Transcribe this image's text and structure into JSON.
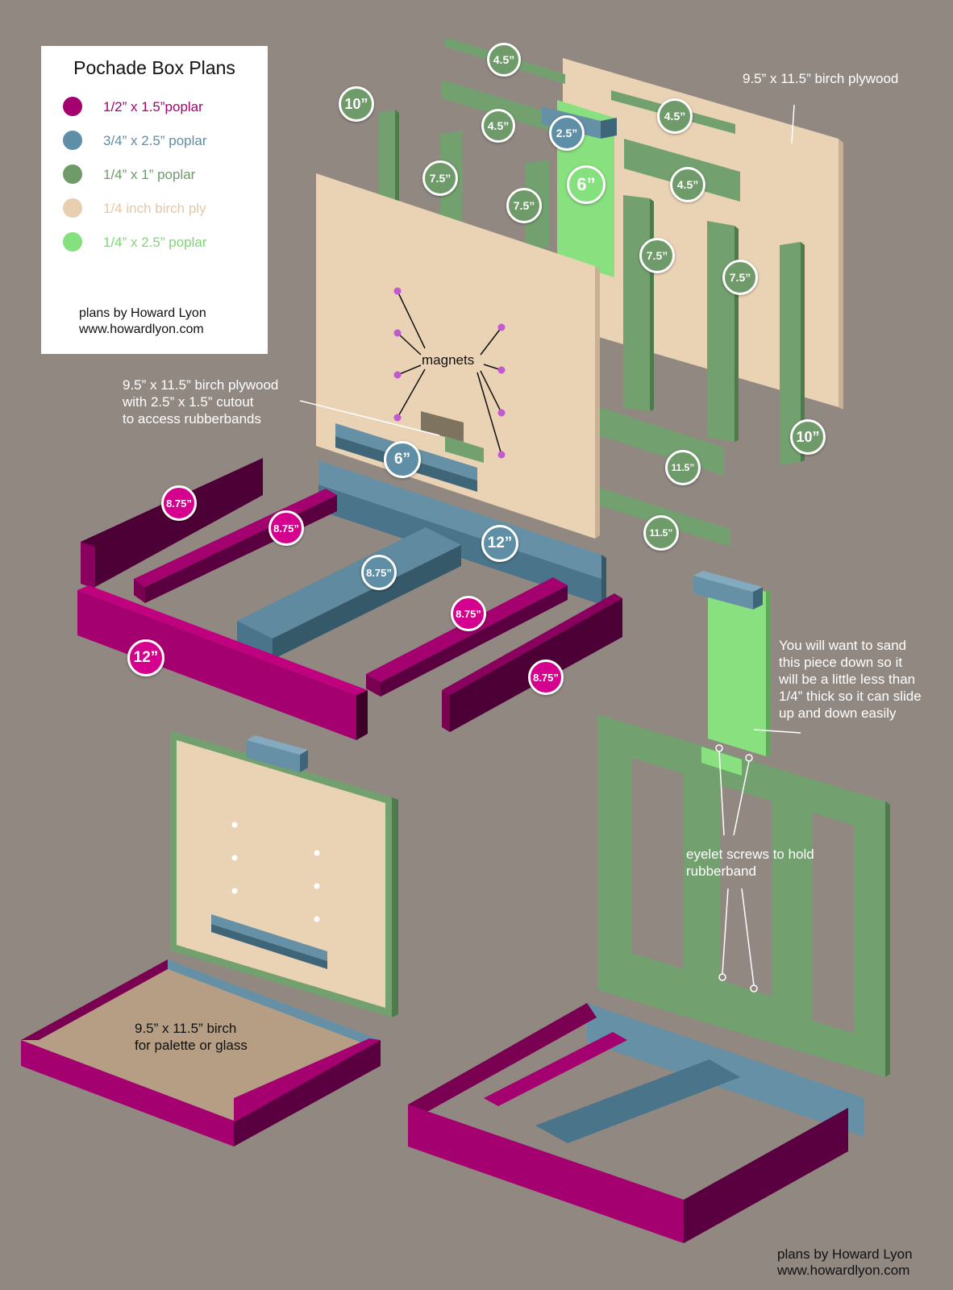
{
  "legend": {
    "title": "Pochade Box Plans",
    "items": [
      {
        "label": "1/2” x 1.5”poplar",
        "color": "#a4006f"
      },
      {
        "label": "3/4” x 2.5” poplar",
        "color": "#5f8fa6"
      },
      {
        "label": "1/4” x 1” poplar",
        "color": "#6f9a6a"
      },
      {
        "label": "1/4 inch birch ply",
        "color": "#e8cfb0"
      },
      {
        "label": "1/4” x 2.5” poplar",
        "color": "#85e07e"
      }
    ],
    "credit_line1": "plans by Howard Lyon",
    "credit_line2": "www.howardlyon.com"
  },
  "notes": {
    "top_plywood": "9.5” x 11.5” birch plywood",
    "cutout_line1": "9.5” x 11.5” birch plywood",
    "cutout_line2": "with 2.5” x 1.5” cutout",
    "cutout_line3": "to access rubberbands",
    "magnets": "magnets",
    "sand_line1": "You will want to sand",
    "sand_line2": "this piece down so it",
    "sand_line3": "will be a little less than",
    "sand_line4": "1/4” thick so it can slide",
    "sand_line5": "up and down easily",
    "eyelet_line1": "eyelet screws to hold",
    "eyelet_line2": "rubberband",
    "palette_line1": "9.5” x 11.5” birch",
    "palette_line2": "for palette or glass"
  },
  "badges": {
    "b1": "4.5”",
    "b2": "10”",
    "b3": "4.5”",
    "b4": "2.5”",
    "b5": "4.5”",
    "b6": "7.5”",
    "b7": "6”",
    "b8": "7.5”",
    "b9": "4.5”",
    "b10": "7.5”",
    "b11": "7.5”",
    "b12": "10”",
    "b13": "11.5”",
    "b14": "6”",
    "b15": "11.5”",
    "b16": "8.75”",
    "b17": "8.75”",
    "b18": "12”",
    "b19": "8.75”",
    "b20": "8.75”",
    "b21": "12”",
    "b22": "8.75”"
  },
  "footer": {
    "credit_line1": "plans by Howard Lyon",
    "credit_line2": "www.howardlyon.com"
  }
}
